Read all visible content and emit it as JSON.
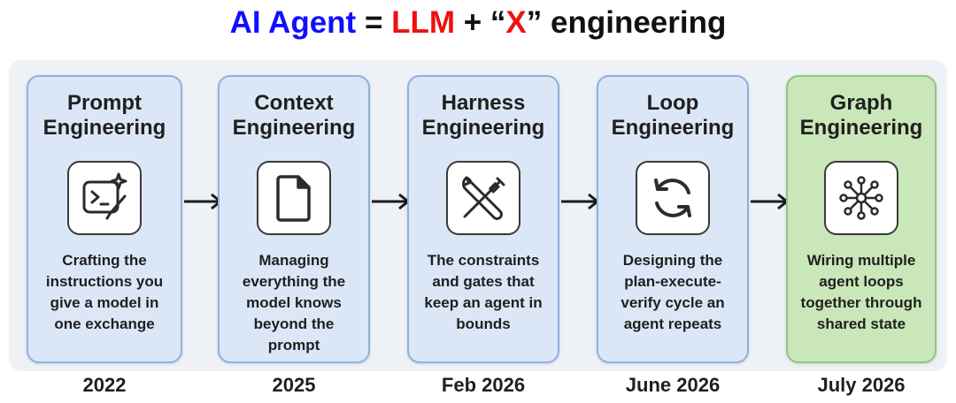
{
  "title": {
    "part1": "AI Agent",
    "eq": " = ",
    "part2": "LLM",
    "plus": " + “",
    "part3": "X",
    "rest": "” engineering"
  },
  "colors": {
    "title_blue": "#1010ff",
    "title_red": "#ee1111",
    "card_blue_bg": "#dbe7f6",
    "card_blue_border": "#8fb0de",
    "card_green_bg": "#c9e7b9",
    "card_green_border": "#91c583"
  },
  "stages": [
    {
      "title_lines": [
        "Prompt",
        "Engineering"
      ],
      "icon": "terminal-sparkle-icon",
      "desc_lines": [
        "Crafting the",
        "instructions you",
        "give a model in",
        "one exchange"
      ],
      "year": "2022"
    },
    {
      "title_lines": [
        "Context",
        "Engineering"
      ],
      "icon": "document-icon",
      "desc_lines": [
        "Managing",
        "everything the",
        "model knows",
        "beyond the",
        "prompt"
      ],
      "year": "2025"
    },
    {
      "title_lines": [
        "Harness",
        "Engineering"
      ],
      "icon": "wrench-screwdriver-icon",
      "desc_lines": [
        "The constraints",
        "and gates that",
        "keep an agent in",
        "bounds"
      ],
      "year": "Feb 2026"
    },
    {
      "title_lines": [
        "Loop",
        "Engineering"
      ],
      "icon": "refresh-loop-icon",
      "desc_lines": [
        "Designing the",
        "plan-execute-",
        "verify cycle an",
        "agent repeats"
      ],
      "year": "June 2026"
    },
    {
      "title_lines": [
        "Graph",
        "Engineering"
      ],
      "icon": "network-graph-icon",
      "desc_lines": [
        "Wiring multiple",
        "agent loops",
        "together through",
        "shared state"
      ],
      "year": "July 2026"
    }
  ]
}
